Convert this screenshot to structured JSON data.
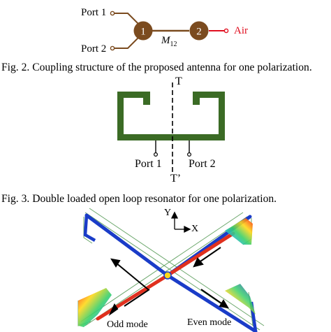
{
  "fig2": {
    "port1": "Port 1",
    "port2": "Port 2",
    "node1": "1",
    "node2": "2",
    "coupling": "M",
    "coupling_sub": "12",
    "air": "Air",
    "caption": "Fig. 2. Coupling structure of the proposed antenna for one polarization.",
    "colors": {
      "node": "#7b4b1f",
      "line": "#7b4b1f",
      "air": "#e01020"
    }
  },
  "fig3": {
    "t_top": "T",
    "t_bottom": "T’",
    "port1": "Port 1",
    "port2": "Port 2",
    "caption": "Fig. 3. Double loaded open loop resonator for one polarization.",
    "colors": {
      "resonator": "#3b6b25"
    }
  },
  "fig4": {
    "axis_y": "Y",
    "axis_x": "X",
    "odd_mode": "Odd mode",
    "even_mode": "Even mode",
    "colors": {
      "odd": "#e0301e",
      "even": "#1a3cc8",
      "outline": "#6aa66a"
    }
  }
}
